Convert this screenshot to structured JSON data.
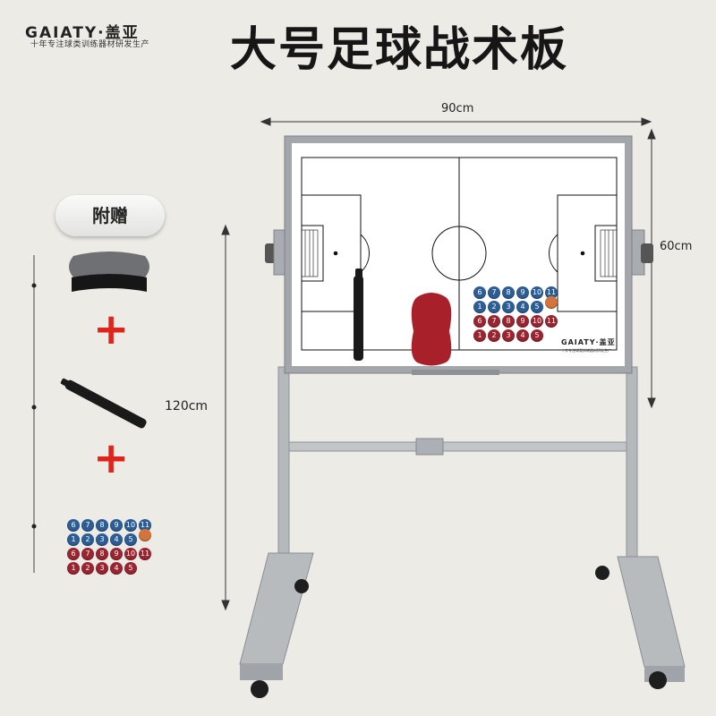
{
  "brand": {
    "logo": "GAIATY·盖亚",
    "tagline": "十年专注球类训练器材研发生产"
  },
  "title": "大号足球战术板",
  "gift_badge": "附赠",
  "dimensions": {
    "width": "90cm",
    "height": "60cm",
    "total_height": "120cm"
  },
  "accessories": {
    "plus": "+"
  },
  "board": {
    "logo": "GAIATY·盖亚",
    "tagline": "十年专注球类训练器材研发生产"
  },
  "magnets": {
    "blue_top": [
      "6",
      "7",
      "8",
      "9",
      "10",
      "11"
    ],
    "blue_bottom": [
      "1",
      "2",
      "3",
      "4",
      "5"
    ],
    "red_top": [
      "6",
      "7",
      "8",
      "9",
      "10",
      "11"
    ],
    "red_bottom": [
      "1",
      "2",
      "3",
      "4",
      "5"
    ]
  },
  "colors": {
    "background": "#ecebe6",
    "accent_red": "#e0241b",
    "blue_magnet": "#2d5d95",
    "red_magnet": "#9a2530",
    "frame": "#9a9ea3"
  }
}
